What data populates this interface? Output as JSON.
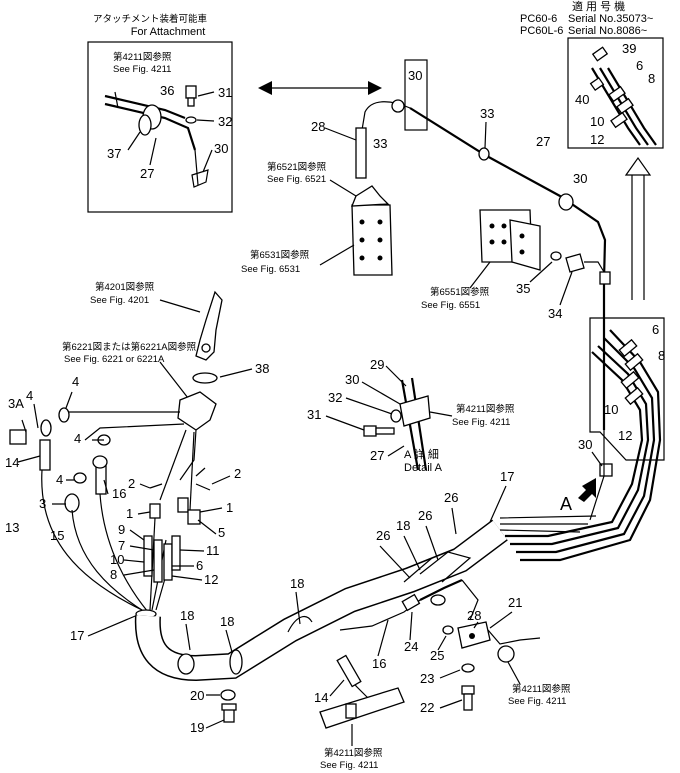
{
  "attachment_box": {
    "title_jp": "アタッチメント装着可能車",
    "title_en": "For Attachment",
    "ref_jp": "第4211図参照",
    "ref_en": "See Fig. 4211"
  },
  "serial_box": {
    "title_jp": "適 用 号 機",
    "line1_model": "PC60-6",
    "line1_serial": "Serial No.35073~",
    "line2_model": "PC60L-6",
    "line2_serial": "Serial No.8086~"
  },
  "refs": {
    "fig6521_jp": "第6521図参照",
    "fig6521_en": "See Fig. 6521",
    "fig6531_jp": "第6531図参照",
    "fig6531_en": "See Fig. 6531",
    "fig6551_jp": "第6551図参照",
    "fig6551_en": "See Fig. 6551",
    "fig4201_jp": "第4201図参照",
    "fig4201_en": "See Fig. 4201",
    "fig6221_jp": "第6221図または第6221A図参照",
    "fig6221_en": "See Fig. 6221 or 6221A",
    "detail_ref_jp": "第4211図参照",
    "detail_ref_en": "See Fig. 4211",
    "bottom_ref_jp": "第4211図参照",
    "bottom_ref_en": "See Fig. 4211",
    "right_ref_jp": "第4211図参照",
    "right_ref_en": "See Fig. 4211"
  },
  "detail": {
    "label_jp": "A 詳 細",
    "label_en": "Detail A",
    "marker": "A"
  },
  "callouts": {
    "n1a": "1",
    "n1b": "1",
    "n2a": "2",
    "n2b": "2",
    "n3": "3",
    "n3a": "3A",
    "n4a": "4",
    "n4b": "4",
    "n4c": "4",
    "n4d": "4",
    "n5": "5",
    "n6a": "6",
    "n6b": "6",
    "n6c": "6",
    "n7": "7",
    "n8a": "8",
    "n8b": "8",
    "n8c": "8",
    "n9": "9",
    "n10a": "10",
    "n10b": "10",
    "n10c": "10",
    "n11": "11",
    "n12a": "12",
    "n12b": "12",
    "n12c": "12",
    "n13": "13",
    "n14a": "14",
    "n14b": "14",
    "n15": "15",
    "n16a": "16",
    "n16b": "16",
    "n17a": "17",
    "n17b": "17",
    "n18a": "18",
    "n18b": "18",
    "n18c": "18",
    "n18d": "18",
    "n19": "19",
    "n20": "20",
    "n21": "21",
    "n22": "22",
    "n23": "23",
    "n24": "24",
    "n25": "25",
    "n26a": "26",
    "n26b": "26",
    "n26c": "26",
    "n27a": "27",
    "n27b": "27",
    "n27c": "27",
    "n28a": "28",
    "n28b": "28",
    "n29": "29",
    "n30a": "30",
    "n30b": "30",
    "n30c": "30",
    "n30d": "30",
    "n30e": "30",
    "n31a": "31",
    "n31b": "31",
    "n32a": "32",
    "n32b": "32",
    "n33a": "33",
    "n33b": "33",
    "n34": "34",
    "n35": "35",
    "n36": "36",
    "n37": "37",
    "n38": "38",
    "n39": "39",
    "n40": "40"
  }
}
